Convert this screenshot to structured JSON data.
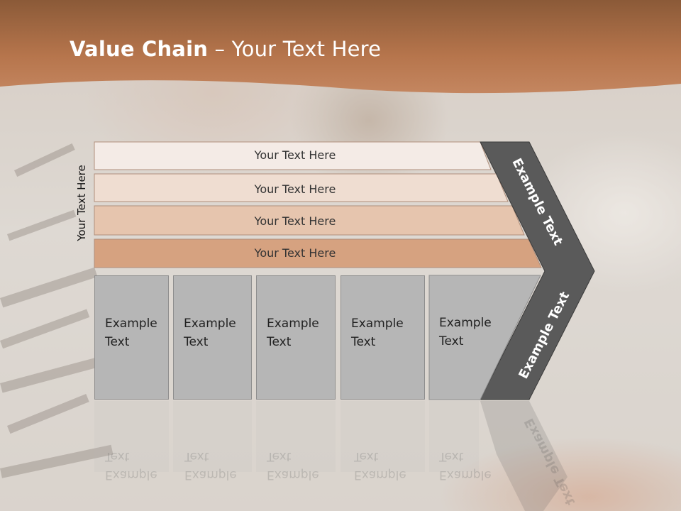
{
  "title": {
    "bold": "Value Chain",
    "rest": " – Your Text Here"
  },
  "side_label": "Your Text Here",
  "bars": [
    "Your Text Here",
    "Your Text Here",
    "Your Text Here",
    "Your Text Here"
  ],
  "boxes": [
    {
      "line1": "Example",
      "line2": "Text"
    },
    {
      "line1": "Example",
      "line2": "Text"
    },
    {
      "line1": "Example",
      "line2": "Text"
    },
    {
      "line1": "Example",
      "line2": "Text"
    },
    {
      "line1": "Example",
      "line2": "Text"
    }
  ],
  "chevron_top": "Example Text",
  "chevron_bottom": "Example Text",
  "colors": {
    "title_band": "#b6754c",
    "bar_fills": [
      "#f4ebe6",
      "#efddd1",
      "#e6c5ae",
      "#d6a280"
    ],
    "box_fill": "#b6b6b6",
    "chevron": "#5a5a5a"
  }
}
